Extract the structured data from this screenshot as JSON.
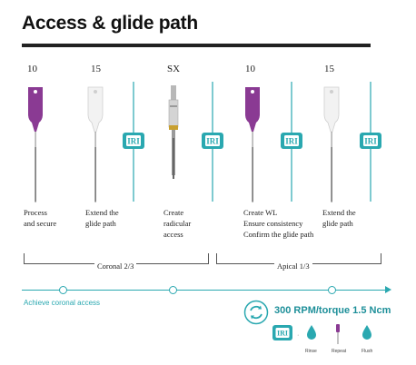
{
  "title": "Access & glide path",
  "files": [
    {
      "size": "10",
      "color": "#8a3a93"
    },
    {
      "size": "15",
      "color": "#f2f2f2"
    },
    {
      "size": "SX",
      "color": "#c8a030"
    },
    {
      "size": "10",
      "color": "#8a3a93"
    },
    {
      "size": "15",
      "color": "#f2f2f2"
    }
  ],
  "irrigation_badge": "IRI",
  "steps": [
    {
      "lines": [
        "Process",
        "and secure"
      ]
    },
    {
      "lines": [
        "Extend the",
        "glide path"
      ]
    },
    {
      "lines": [
        "Create",
        "radicular",
        "access"
      ]
    },
    {
      "lines": [
        "Create  WL",
        "Ensure consistency",
        "Confirm the glide path"
      ]
    },
    {
      "lines": [
        "Extend the",
        "glide path"
      ]
    }
  ],
  "phases": {
    "coronal": "Coronal 2/3",
    "apical": "Apical 1/3"
  },
  "timeline": {
    "label": "Achieve coronal access"
  },
  "speed": {
    "text": "300 RPM/torque 1.5 Ncm"
  },
  "legend": {
    "rinse": "Rinse",
    "repeat": "Repeat",
    "flush": "Flush"
  },
  "colors": {
    "teal": "#2aa8b0",
    "purple": "#8a3a93",
    "white_handle": "#f2f2f2",
    "gold": "#c8a030"
  }
}
